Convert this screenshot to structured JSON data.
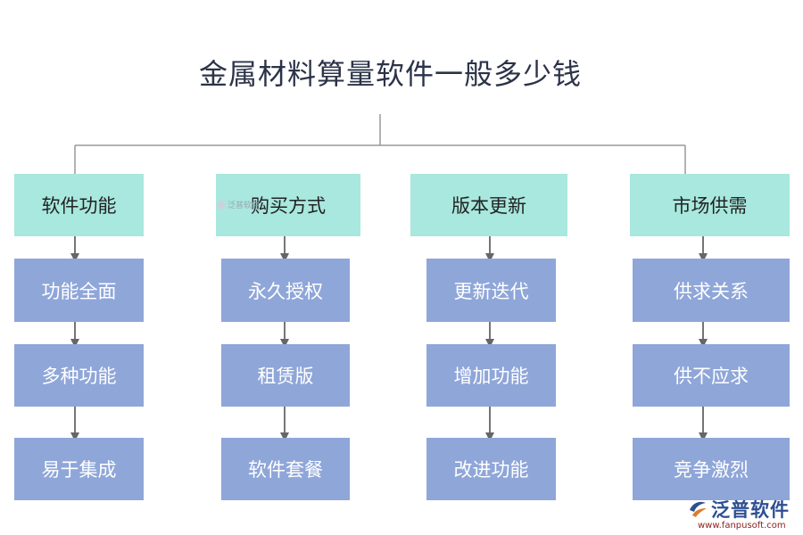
{
  "title": "金属材料算量软件一般多少钱",
  "columns": [
    {
      "heading": "软件功能",
      "items": [
        "功能全面",
        "多种功能",
        "易于集成"
      ]
    },
    {
      "heading": "购买方式",
      "items": [
        "永久授权",
        "租赁版",
        "软件套餐"
      ]
    },
    {
      "heading": "版本更新",
      "items": [
        "更新迭代",
        "增加功能",
        "改进功能"
      ]
    },
    {
      "heading": "市场供需",
      "items": [
        "供求关系",
        "供不应求",
        "竞争激烈"
      ]
    }
  ],
  "watermark": "泛普软件",
  "logo": {
    "brand": "泛普软件",
    "url": "www.fanpusoft.com"
  },
  "colors": {
    "head": "#a8e8de",
    "item": "#8fa6d9",
    "line": "#999999",
    "arrow": "#666666"
  }
}
